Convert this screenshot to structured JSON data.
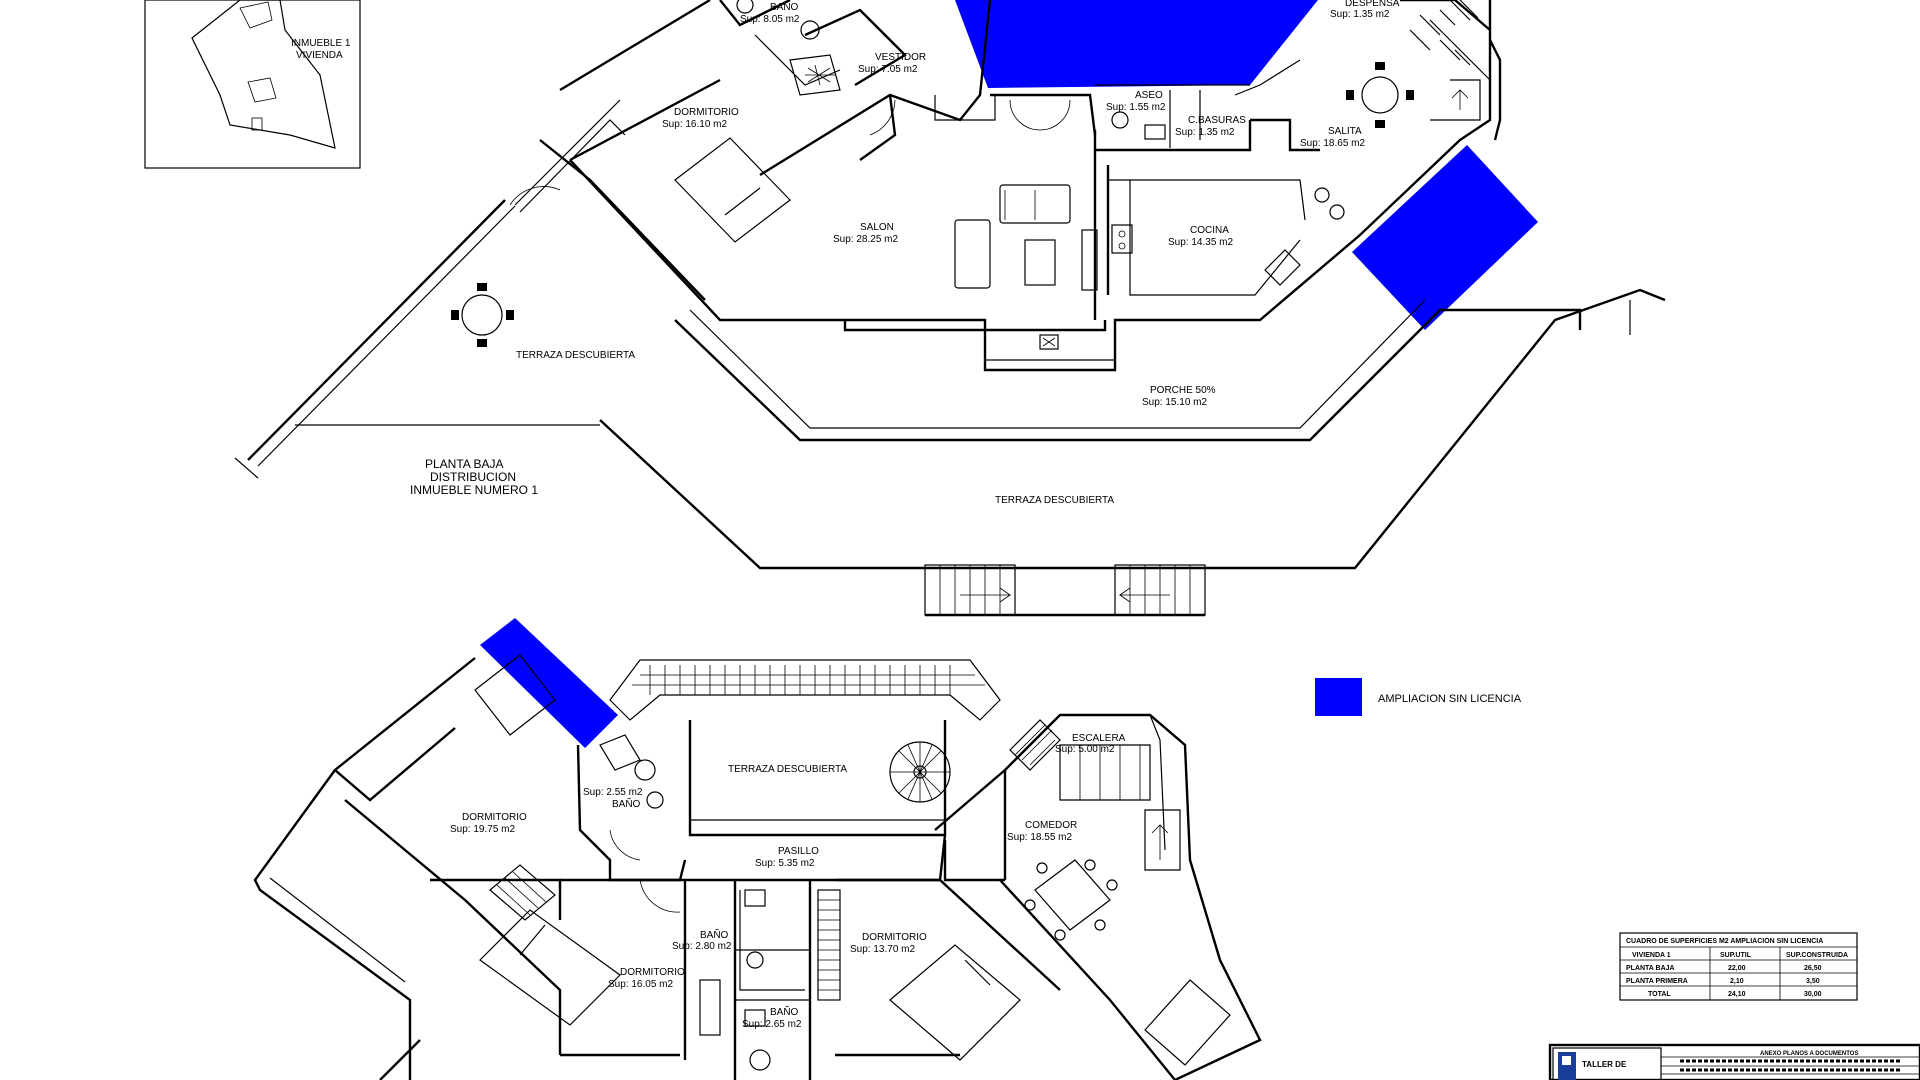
{
  "inset": {
    "title": "INMUEBLE 1",
    "subtitle": "VIVIENDA"
  },
  "ground_floor": {
    "title_lines": [
      "PLANTA BAJA",
      "DISTRIBUCION",
      "INMUEBLE NUMERO 1"
    ],
    "rooms": {
      "bano": {
        "name": "BAÑO",
        "area": "Sup: 8.05 m2"
      },
      "vestidor": {
        "name": "VESTIDOR",
        "area": "Sup: 7.05 m2"
      },
      "dormitorio": {
        "name": "DORMITORIO",
        "area": "Sup: 16.10 m2"
      },
      "aseo": {
        "name": "ASEO",
        "area": "Sup: 1.55 m2"
      },
      "basuras": {
        "name": "C.BASURAS",
        "area": "Sup: 1.35 m2"
      },
      "despensa": {
        "name": "DESPENSA",
        "area": "Sup: 1.35 m2"
      },
      "salita": {
        "name": "SALITA",
        "area": "Sup: 18.65 m2"
      },
      "salon": {
        "name": "SALON",
        "area": "Sup: 28.25 m2"
      },
      "cocina": {
        "name": "COCINA",
        "area": "Sup: 14.35 m2"
      },
      "terraza_left": {
        "name": "TERRAZA DESCUBIERTA"
      },
      "porche": {
        "name": "PORCHE 50%",
        "area": "Sup: 15.10 m2"
      },
      "terraza_bottom": {
        "name": "TERRAZA DESCUBIERTA"
      }
    }
  },
  "first_floor": {
    "rooms": {
      "dorm1": {
        "name": "DORMITORIO",
        "area": "Sup: 19.75 m2"
      },
      "bano1": {
        "name": "BAÑO",
        "area": "Sup: 2.55 m2"
      },
      "terraza": {
        "name": "TERRAZA DESCUBIERTA"
      },
      "escalera": {
        "name": "ESCALERA",
        "area": "Sup: 5.00 m2"
      },
      "pasillo": {
        "name": "PASILLO",
        "area": "Sup: 5.35 m2"
      },
      "comedor": {
        "name": "COMEDOR",
        "area": "Sup: 18.55 m2"
      },
      "bano2": {
        "name": "BAÑO",
        "area": "Sup: 2.80 m2"
      },
      "dorm2": {
        "name": "DORMITORIO",
        "area": "Sup: 16.05 m2"
      },
      "dorm3": {
        "name": "DORMITORIO",
        "area": "Sup: 13.70 m2"
      },
      "bano3": {
        "name": "BAÑO",
        "area": "Sup: 2.65 m2"
      }
    }
  },
  "legend": {
    "label": "AMPLIACION SIN LICENCIA",
    "color": "#0000ff"
  },
  "surface_table": {
    "title": "CUADRO DE SUPERFICIES M2 AMPLIACION SIN LICENCIA",
    "headers": [
      "VIVIENDA 1",
      "SUP.UTIL",
      "SUP.CONSTRUIDA"
    ],
    "rows": [
      [
        "PLANTA BAJA",
        "22,00",
        "26,50"
      ],
      [
        "PLANTA PRIMERA",
        "2,10",
        "3,50"
      ],
      [
        "TOTAL",
        "24,10",
        "30,00"
      ]
    ]
  },
  "title_block": {
    "logo_text": "TALLER DE",
    "line1": "ANEXO PLANOS A DOCUMENTOS"
  },
  "colors": {
    "ink": "#000000",
    "extension": "#0000ff",
    "background": "#ffffff"
  }
}
